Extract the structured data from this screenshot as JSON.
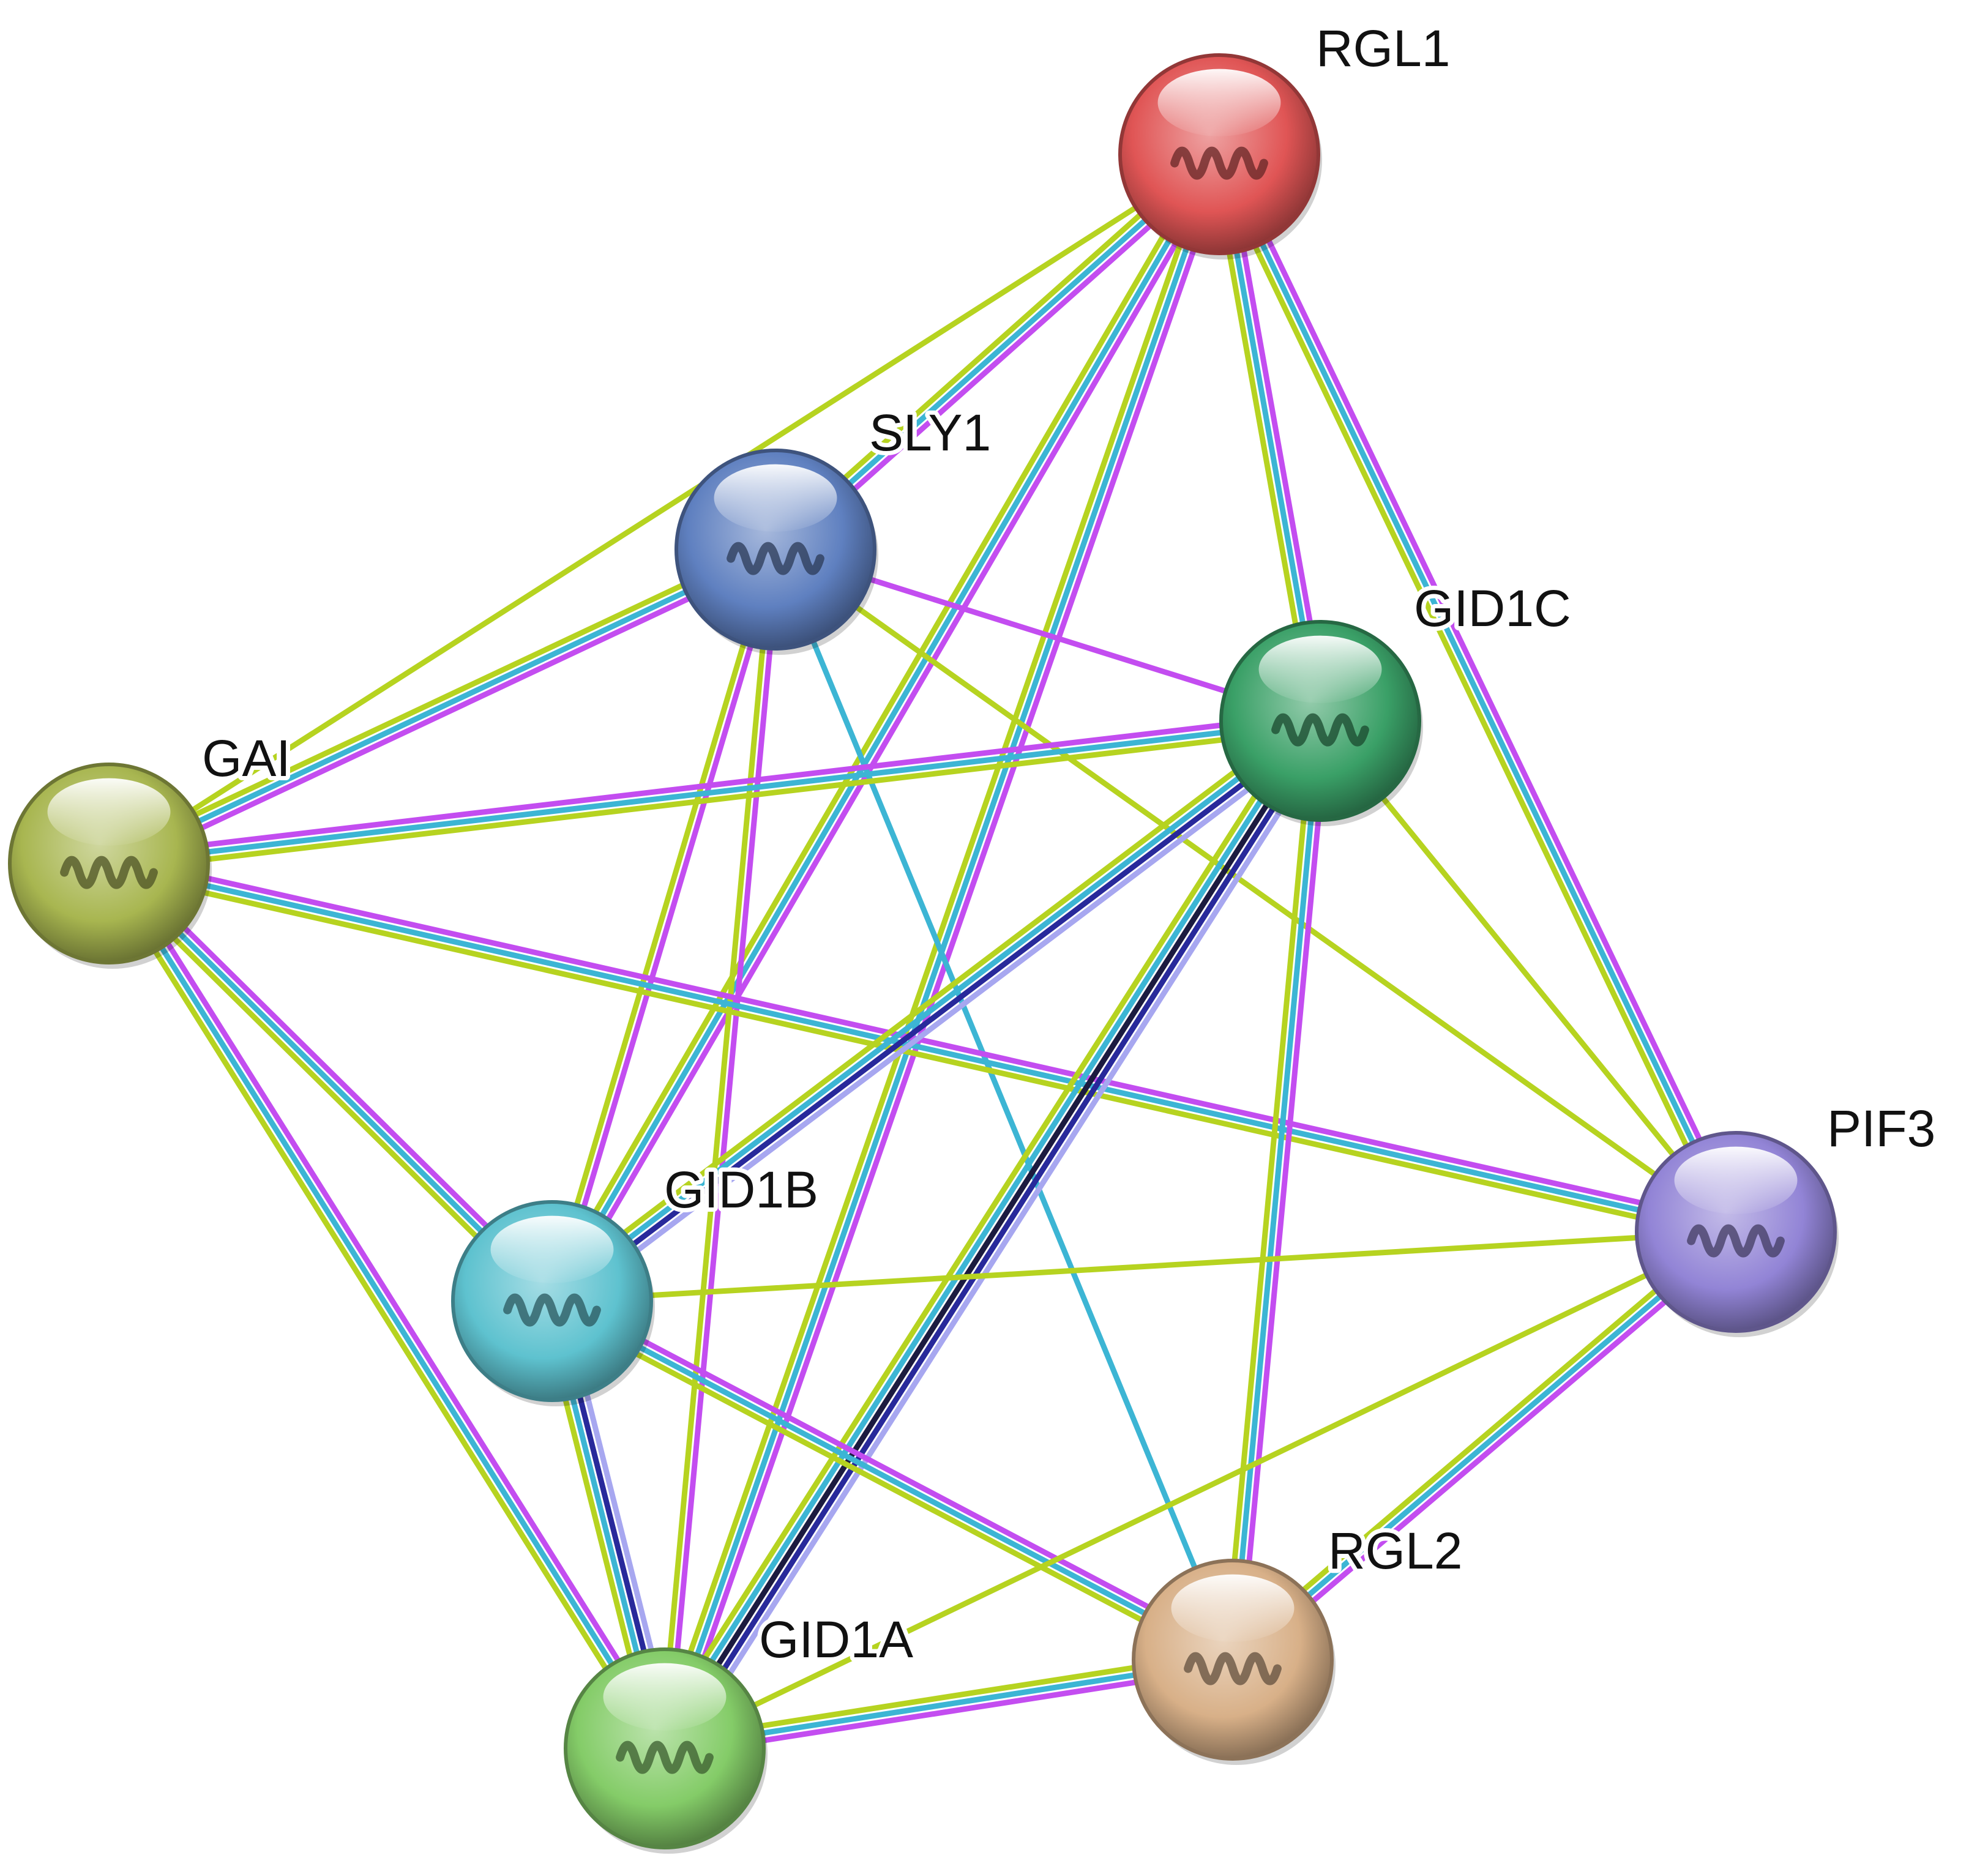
{
  "diagram": {
    "type": "protein-interaction-network",
    "evidence_colors": {
      "gene_fusion": "#c34df0",
      "database": "#3cb5d4",
      "textmining": "#b6d320",
      "coexpression": "#28299b",
      "experiment": "#1c1b40",
      "homology": "#a7a7f0",
      "gene_neighborhood": "#e0e0e0"
    },
    "nodes": [
      {
        "id": "RGL1",
        "label": "RGL1",
        "color": "#e05555"
      },
      {
        "id": "SLY1",
        "label": "SLY1",
        "color": "#5f80c0"
      },
      {
        "id": "GID1C",
        "label": "GID1C",
        "color": "#3aa067"
      },
      {
        "id": "GAI",
        "label": "GAI",
        "color": "#a8b650"
      },
      {
        "id": "GID1B",
        "label": "GID1B",
        "color": "#5ec2cf"
      },
      {
        "id": "PIF3",
        "label": "PIF3",
        "color": "#9284d6"
      },
      {
        "id": "RGL2",
        "label": "RGL2",
        "color": "#d8b088"
      },
      {
        "id": "GID1A",
        "label": "GID1A",
        "color": "#84cc68"
      }
    ],
    "edges": [
      {
        "source": "RGL1",
        "target": "SLY1",
        "evidence": [
          "gene_fusion",
          "database",
          "textmining"
        ]
      },
      {
        "source": "RGL1",
        "target": "GID1C",
        "evidence": [
          "gene_fusion",
          "database",
          "textmining"
        ]
      },
      {
        "source": "RGL1",
        "target": "PIF3",
        "evidence": [
          "gene_fusion",
          "database",
          "textmining"
        ]
      },
      {
        "source": "RGL1",
        "target": "GID1B",
        "evidence": [
          "gene_fusion",
          "database",
          "textmining"
        ]
      },
      {
        "source": "RGL1",
        "target": "GID1A",
        "evidence": [
          "gene_fusion",
          "database",
          "textmining"
        ]
      },
      {
        "source": "RGL1",
        "target": "GAI",
        "evidence": [
          "textmining"
        ]
      },
      {
        "source": "SLY1",
        "target": "GAI",
        "evidence": [
          "gene_fusion",
          "database",
          "textmining"
        ]
      },
      {
        "source": "SLY1",
        "target": "GID1C",
        "evidence": [
          "gene_fusion"
        ]
      },
      {
        "source": "SLY1",
        "target": "GID1B",
        "evidence": [
          "gene_fusion",
          "textmining"
        ]
      },
      {
        "source": "SLY1",
        "target": "GID1A",
        "evidence": [
          "gene_fusion",
          "textmining"
        ]
      },
      {
        "source": "SLY1",
        "target": "RGL2",
        "evidence": [
          "database"
        ]
      },
      {
        "source": "SLY1",
        "target": "PIF3",
        "evidence": [
          "textmining"
        ]
      },
      {
        "source": "GAI",
        "target": "GID1C",
        "evidence": [
          "gene_fusion",
          "database",
          "textmining"
        ]
      },
      {
        "source": "GAI",
        "target": "PIF3",
        "evidence": [
          "gene_fusion",
          "database",
          "textmining"
        ]
      },
      {
        "source": "GAI",
        "target": "GID1B",
        "evidence": [
          "gene_fusion",
          "database",
          "textmining"
        ]
      },
      {
        "source": "GAI",
        "target": "GID1A",
        "evidence": [
          "gene_fusion",
          "database",
          "textmining"
        ]
      },
      {
        "source": "GID1C",
        "target": "GID1B",
        "evidence": [
          "homology",
          "coexpression",
          "database",
          "textmining"
        ]
      },
      {
        "source": "GID1C",
        "target": "GID1A",
        "evidence": [
          "homology",
          "coexpression",
          "experiment",
          "database",
          "textmining"
        ]
      },
      {
        "source": "GID1C",
        "target": "RGL2",
        "evidence": [
          "gene_fusion",
          "database",
          "textmining"
        ]
      },
      {
        "source": "GID1C",
        "target": "PIF3",
        "evidence": [
          "textmining"
        ]
      },
      {
        "source": "GID1B",
        "target": "GID1A",
        "evidence": [
          "homology",
          "coexpression",
          "database",
          "textmining"
        ]
      },
      {
        "source": "GID1B",
        "target": "RGL2",
        "evidence": [
          "gene_fusion",
          "database",
          "textmining"
        ]
      },
      {
        "source": "GID1B",
        "target": "PIF3",
        "evidence": [
          "textmining"
        ]
      },
      {
        "source": "PIF3",
        "target": "RGL2",
        "evidence": [
          "gene_fusion",
          "database",
          "textmining"
        ]
      },
      {
        "source": "PIF3",
        "target": "GID1A",
        "evidence": [
          "textmining"
        ]
      },
      {
        "source": "RGL2",
        "target": "GID1A",
        "evidence": [
          "gene_fusion",
          "database",
          "textmining"
        ]
      }
    ]
  }
}
